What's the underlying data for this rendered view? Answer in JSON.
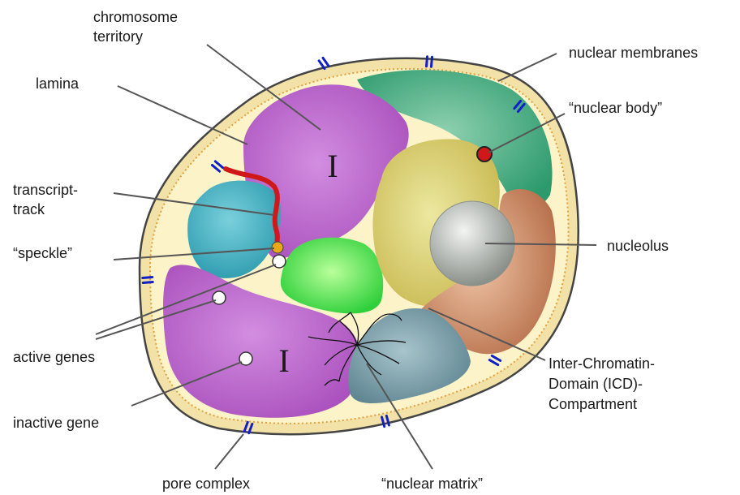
{
  "labels": {
    "chromosome_territory_1": "chromosome",
    "chromosome_territory_2": "territory",
    "lamina": "lamina",
    "transcript_track_1": "transcript-",
    "transcript_track_2": "track",
    "speckle": "“speckle”",
    "active_genes": "active genes",
    "inactive_gene": "inactive gene",
    "pore_complex": "pore complex",
    "nuclear_matrix": "“nuclear matrix”",
    "nuclear_membranes": "nuclear membranes",
    "nuclear_body": "“nuclear body”",
    "nucleolus": "nucleolus",
    "icd_1": "Inter-Chromatin-",
    "icd_2": "Domain (ICD)-",
    "icd_3": "Compartment"
  },
  "territory_marks": {
    "upper": "I",
    "lower": "I"
  },
  "colors": {
    "membrane_outer": "#c9a86a",
    "nucleoplasm": "#fdf3c8",
    "lamina_dots": "#e0a040",
    "pore": "#1020c8",
    "magenta_territory": "#b964c8",
    "teal_territory": "#3aa7b8",
    "green_territory": "#49d94e",
    "yellow_territory": "#d8c85c",
    "seagreen_territory": "#3aa57a",
    "salmon_territory": "#c98862",
    "slate_territory": "#6a8c98",
    "nucleolus": "#a8aca8",
    "transcript": "#d01818",
    "nuclear_body": "#d01818",
    "speckle": "#e8a818",
    "leader_lines": "#555555"
  }
}
